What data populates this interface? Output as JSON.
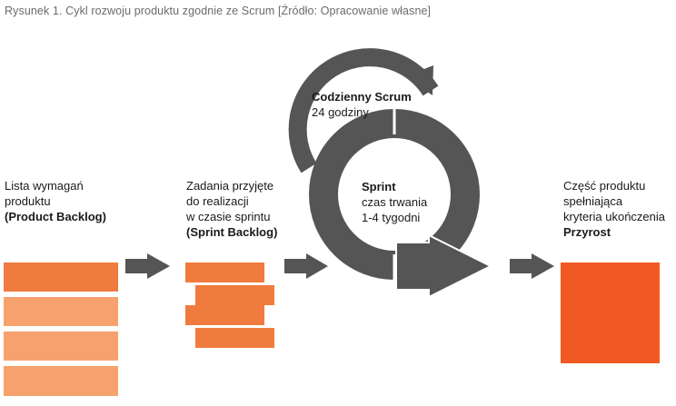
{
  "figure": {
    "caption": "Rysunek 1. Cykl rozwoju produktu zgodnie ze Scrum [Źródło: Opracowanie własne]"
  },
  "product_backlog": {
    "line1": "Lista wymagań",
    "line2": "produktu",
    "line3": "(Product Backlog)"
  },
  "sprint_backlog": {
    "line1": "Zadania przyjęte",
    "line2": "do realizacji",
    "line3": "w czasie sprintu",
    "line4": "(Sprint Backlog)"
  },
  "daily_scrum": {
    "title": "Codzienny Scrum",
    "duration": "24 godziny"
  },
  "sprint": {
    "title": "Sprint",
    "line2": "czas trwania",
    "line3": "1-4 tygodni"
  },
  "increment": {
    "line1": "Część produktu",
    "line2": "spełniająca",
    "line3": "kryteria ukończenia",
    "line4": "Przyrost"
  },
  "colors": {
    "orange_dark": "#f07b3f",
    "orange_light": "#f7a26e",
    "increment": "#f05a22",
    "gray": "#555555",
    "caption_gray": "#6b6b6b"
  }
}
